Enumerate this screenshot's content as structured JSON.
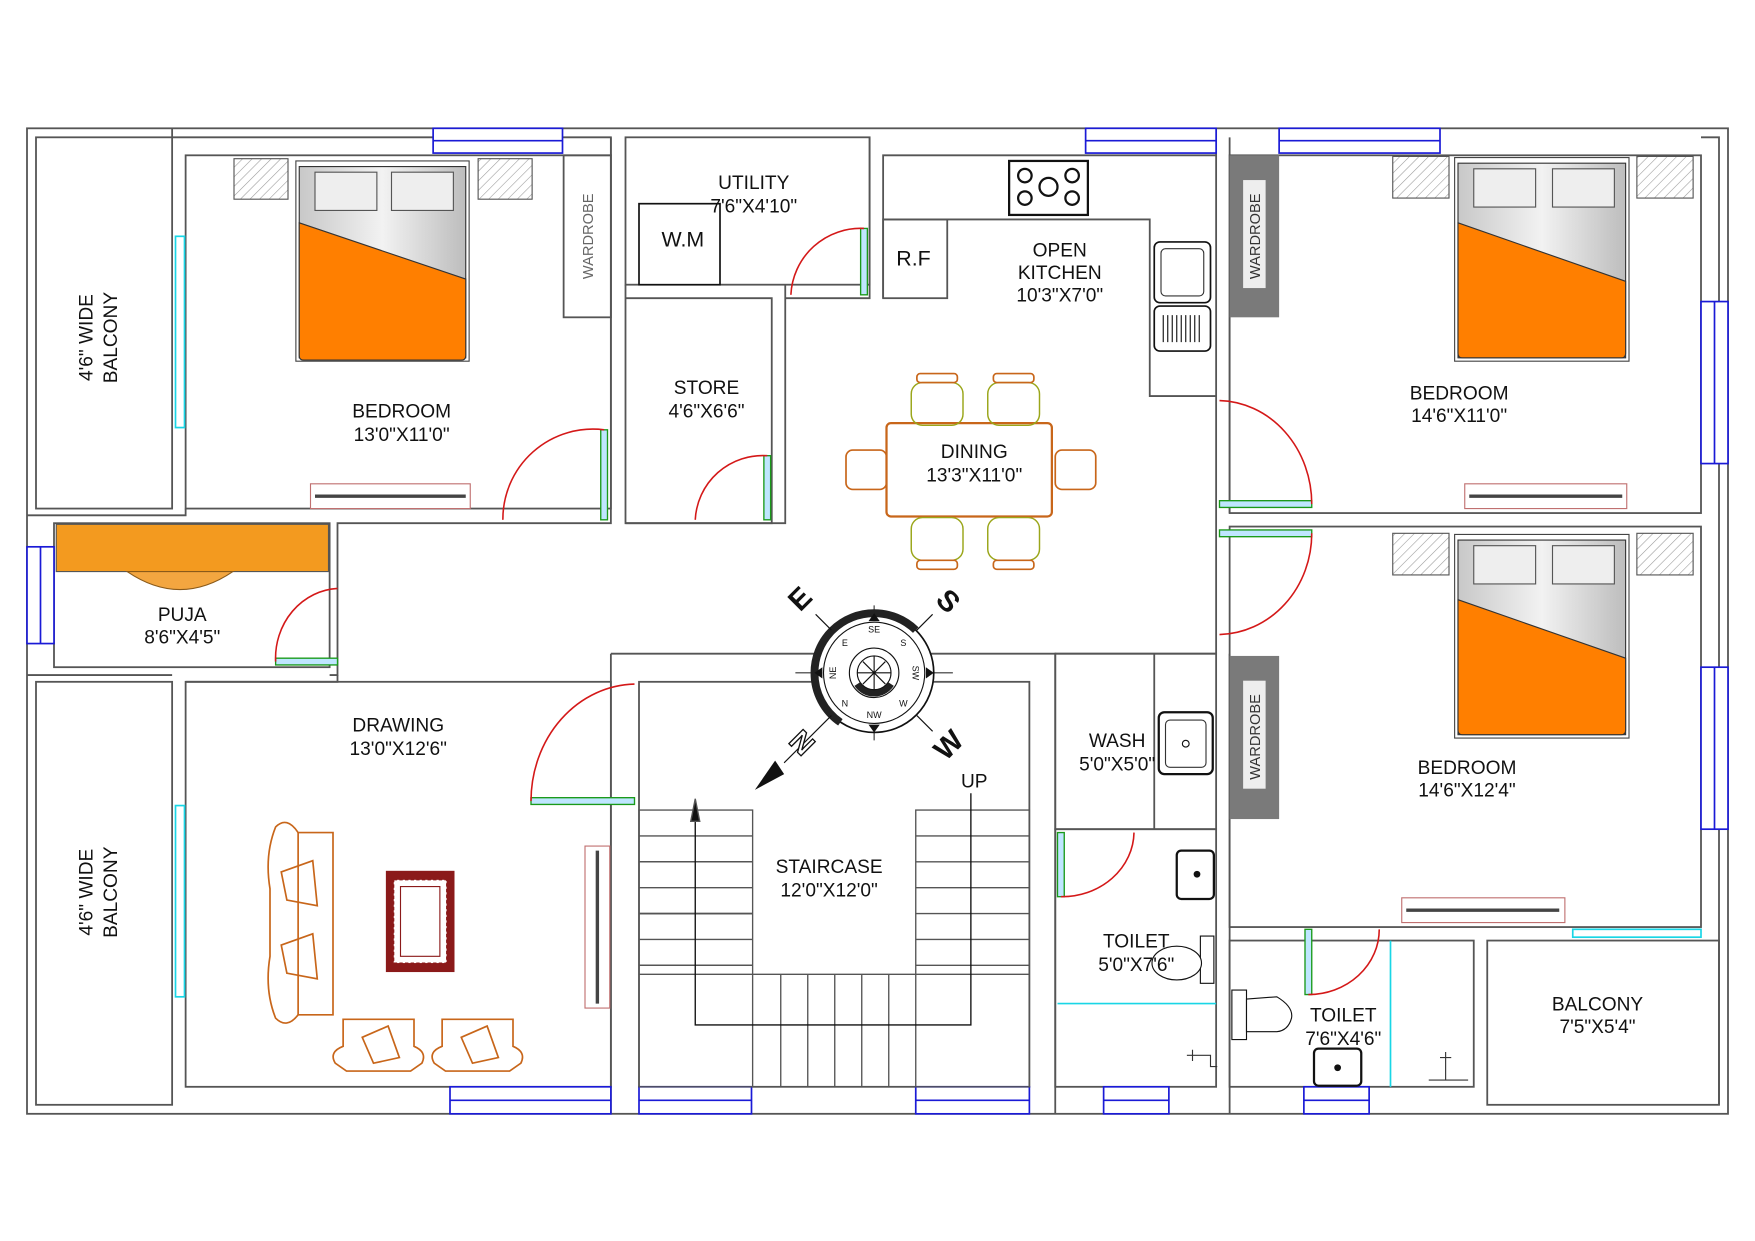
{
  "rooms": {
    "balcony_top": {
      "line1": "4'6\" WIDE",
      "line2": "BALCONY"
    },
    "balcony_bottom": {
      "line1": "4'6\" WIDE",
      "line2": "BALCONY"
    },
    "bedroom_nw": {
      "name": "BEDROOM",
      "size": "13'0\"X11'0\""
    },
    "utility": {
      "name": "UTILITY",
      "size": "7'6\"X4'10\""
    },
    "store": {
      "name": "STORE",
      "size": "4'6\"X6'6\""
    },
    "kitchen": {
      "name1": "OPEN",
      "name2": "KITCHEN",
      "size": "10'3\"X7'0\""
    },
    "dining": {
      "name": "DINING",
      "size": "13'3\"X11'0\""
    },
    "bedroom_ne": {
      "name": "BEDROOM",
      "size": "14'6\"X11'0\""
    },
    "bedroom_e": {
      "name": "BEDROOM",
      "size": "14'6\"X12'4\""
    },
    "puja": {
      "name": "PUJA",
      "size": "8'6\"X4'5\""
    },
    "drawing": {
      "name": "DRAWING",
      "size": "13'0\"X12'6\""
    },
    "staircase": {
      "name": "STAIRCASE",
      "size": "12'0\"X12'0\""
    },
    "wash": {
      "name": "WASH",
      "size": "5'0\"X5'0\""
    },
    "toilet_1": {
      "name": "TOILET",
      "size": "5'0\"X7'6\""
    },
    "toilet_2": {
      "name": "TOILET",
      "size": "7'6\"X4'6\""
    },
    "balcony_se": {
      "name": "BALCONY",
      "size": "7'5\"X5'4\""
    }
  },
  "fixtures": {
    "wardrobe": "WARDROBE",
    "washing_machine": "W.M",
    "refrigerator": "R.F",
    "stair_up": "UP"
  },
  "compass": {
    "cardinal": {
      "n": "N",
      "e": "E",
      "s": "S",
      "w": "W"
    },
    "ring": {
      "se": "SE",
      "sw": "SW",
      "nw": "NW",
      "ne": "NE",
      "e": "E",
      "s": "S",
      "w": "W",
      "n": "N"
    }
  },
  "colors": {
    "bedspread": "#ff7f00",
    "puja": "#f39a1f",
    "walls": "#555555",
    "windows": "#1a1ad6",
    "doors": "#d41818"
  }
}
